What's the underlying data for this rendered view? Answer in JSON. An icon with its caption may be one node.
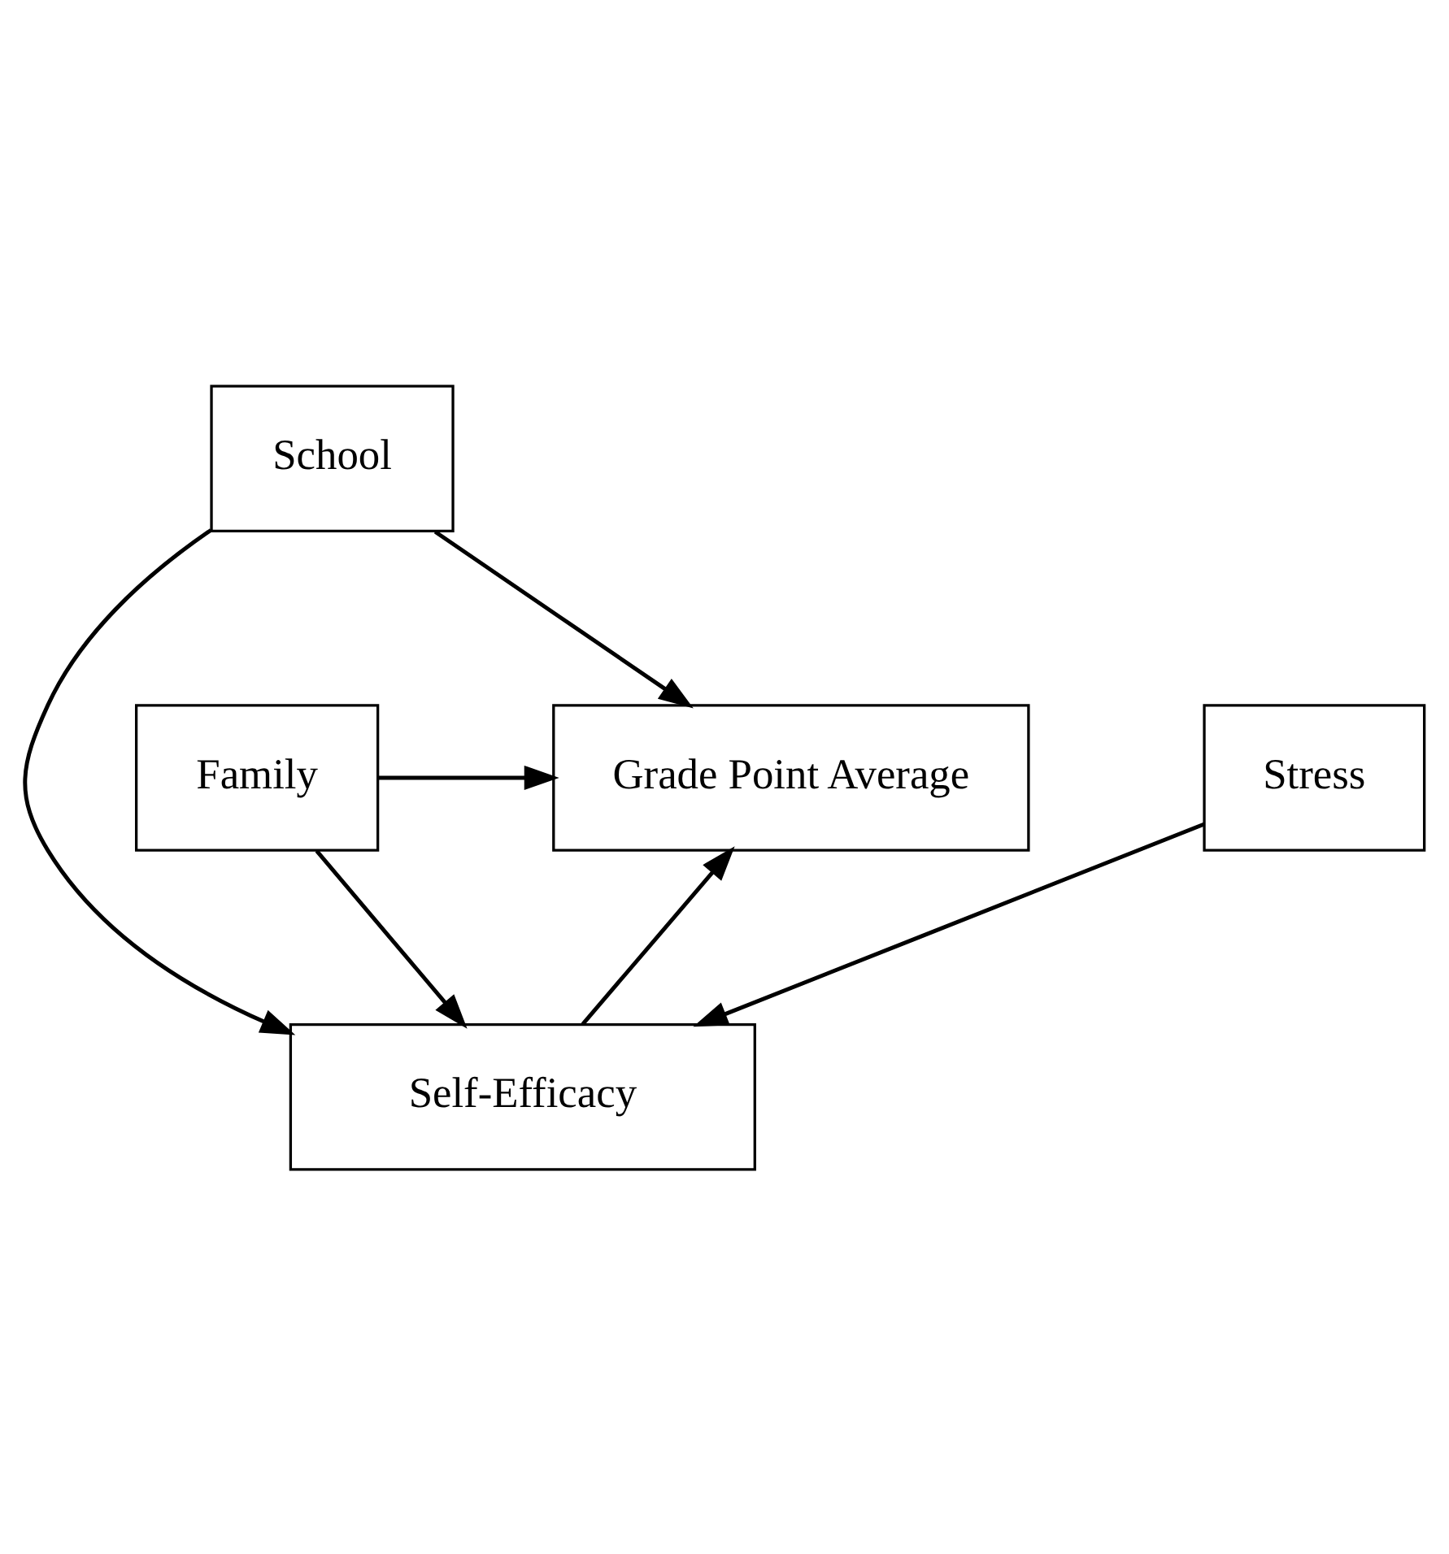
{
  "diagram": {
    "nodes": [
      {
        "text": [
          "School"
        ]
      },
      {
        "text": [
          "Family"
        ]
      },
      {
        "text": [
          "Grade Point Average"
        ]
      },
      {
        "text": [
          "Self-Efficacy"
        ]
      },
      {
        "text": [
          "Stress"
        ]
      }
    ],
    "edges": [
      {
        "from": 0,
        "to": 3,
        "arrow": "to"
      },
      {
        "from": 0,
        "to": 2,
        "arrow": "to"
      },
      {
        "from": 1,
        "to": 2,
        "arrow": "to"
      },
      {
        "from": 1,
        "to": 3,
        "arrow": "to"
      },
      {
        "from": 3,
        "to": 2,
        "arrow": "to"
      },
      {
        "from": 4,
        "to": 3,
        "arrow": "to"
      }
    ]
  }
}
